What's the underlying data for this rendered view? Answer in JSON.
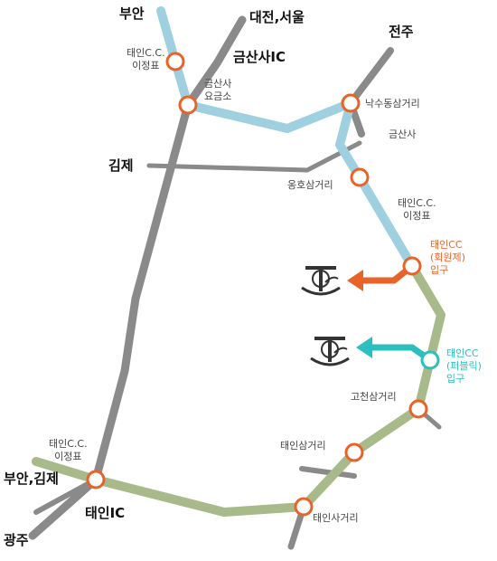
{
  "cities": {
    "buan_top": "부안",
    "daejeon_seoul": "대전,서울",
    "jeonju": "전주",
    "gimje": "김제",
    "buan_gimje": "부안,김제",
    "gwangju": "광주"
  },
  "interchanges": {
    "geumsansa_ic": "금산사IC",
    "taein_ic": "태인IC"
  },
  "landmarks": {
    "taein_cc_sign_top": [
      "태인C.C.",
      "이정표"
    ],
    "geumsansa_tollgate": [
      "금산사",
      "요금소"
    ],
    "naksudong": "낙수동삼거리",
    "geumsansa": "금산사",
    "onghosam": "옹호삼거리",
    "taein_cc_sign_mid": [
      "태인C.C.",
      "이정표"
    ],
    "entrance_member": [
      "태인CC",
      "(회원제)",
      "입구"
    ],
    "entrance_public": [
      "태인CC",
      "(퍼블릭)",
      "입구"
    ],
    "gocheon": "고천삼거리",
    "taeinsam": "태인삼거리",
    "taein_cc_sign_bottom": [
      "태인C.C.",
      "이정표"
    ],
    "taeinsa": "태인사거리"
  },
  "colors": {
    "highway": "#8a8a8a",
    "route_blue": "#9fd0e0",
    "route_green": "#a8b98a",
    "marker": "#e8632a",
    "marker_public": "#2bbfbf",
    "arrow_member": "#e8632a",
    "arrow_public": "#2bbfbf"
  }
}
